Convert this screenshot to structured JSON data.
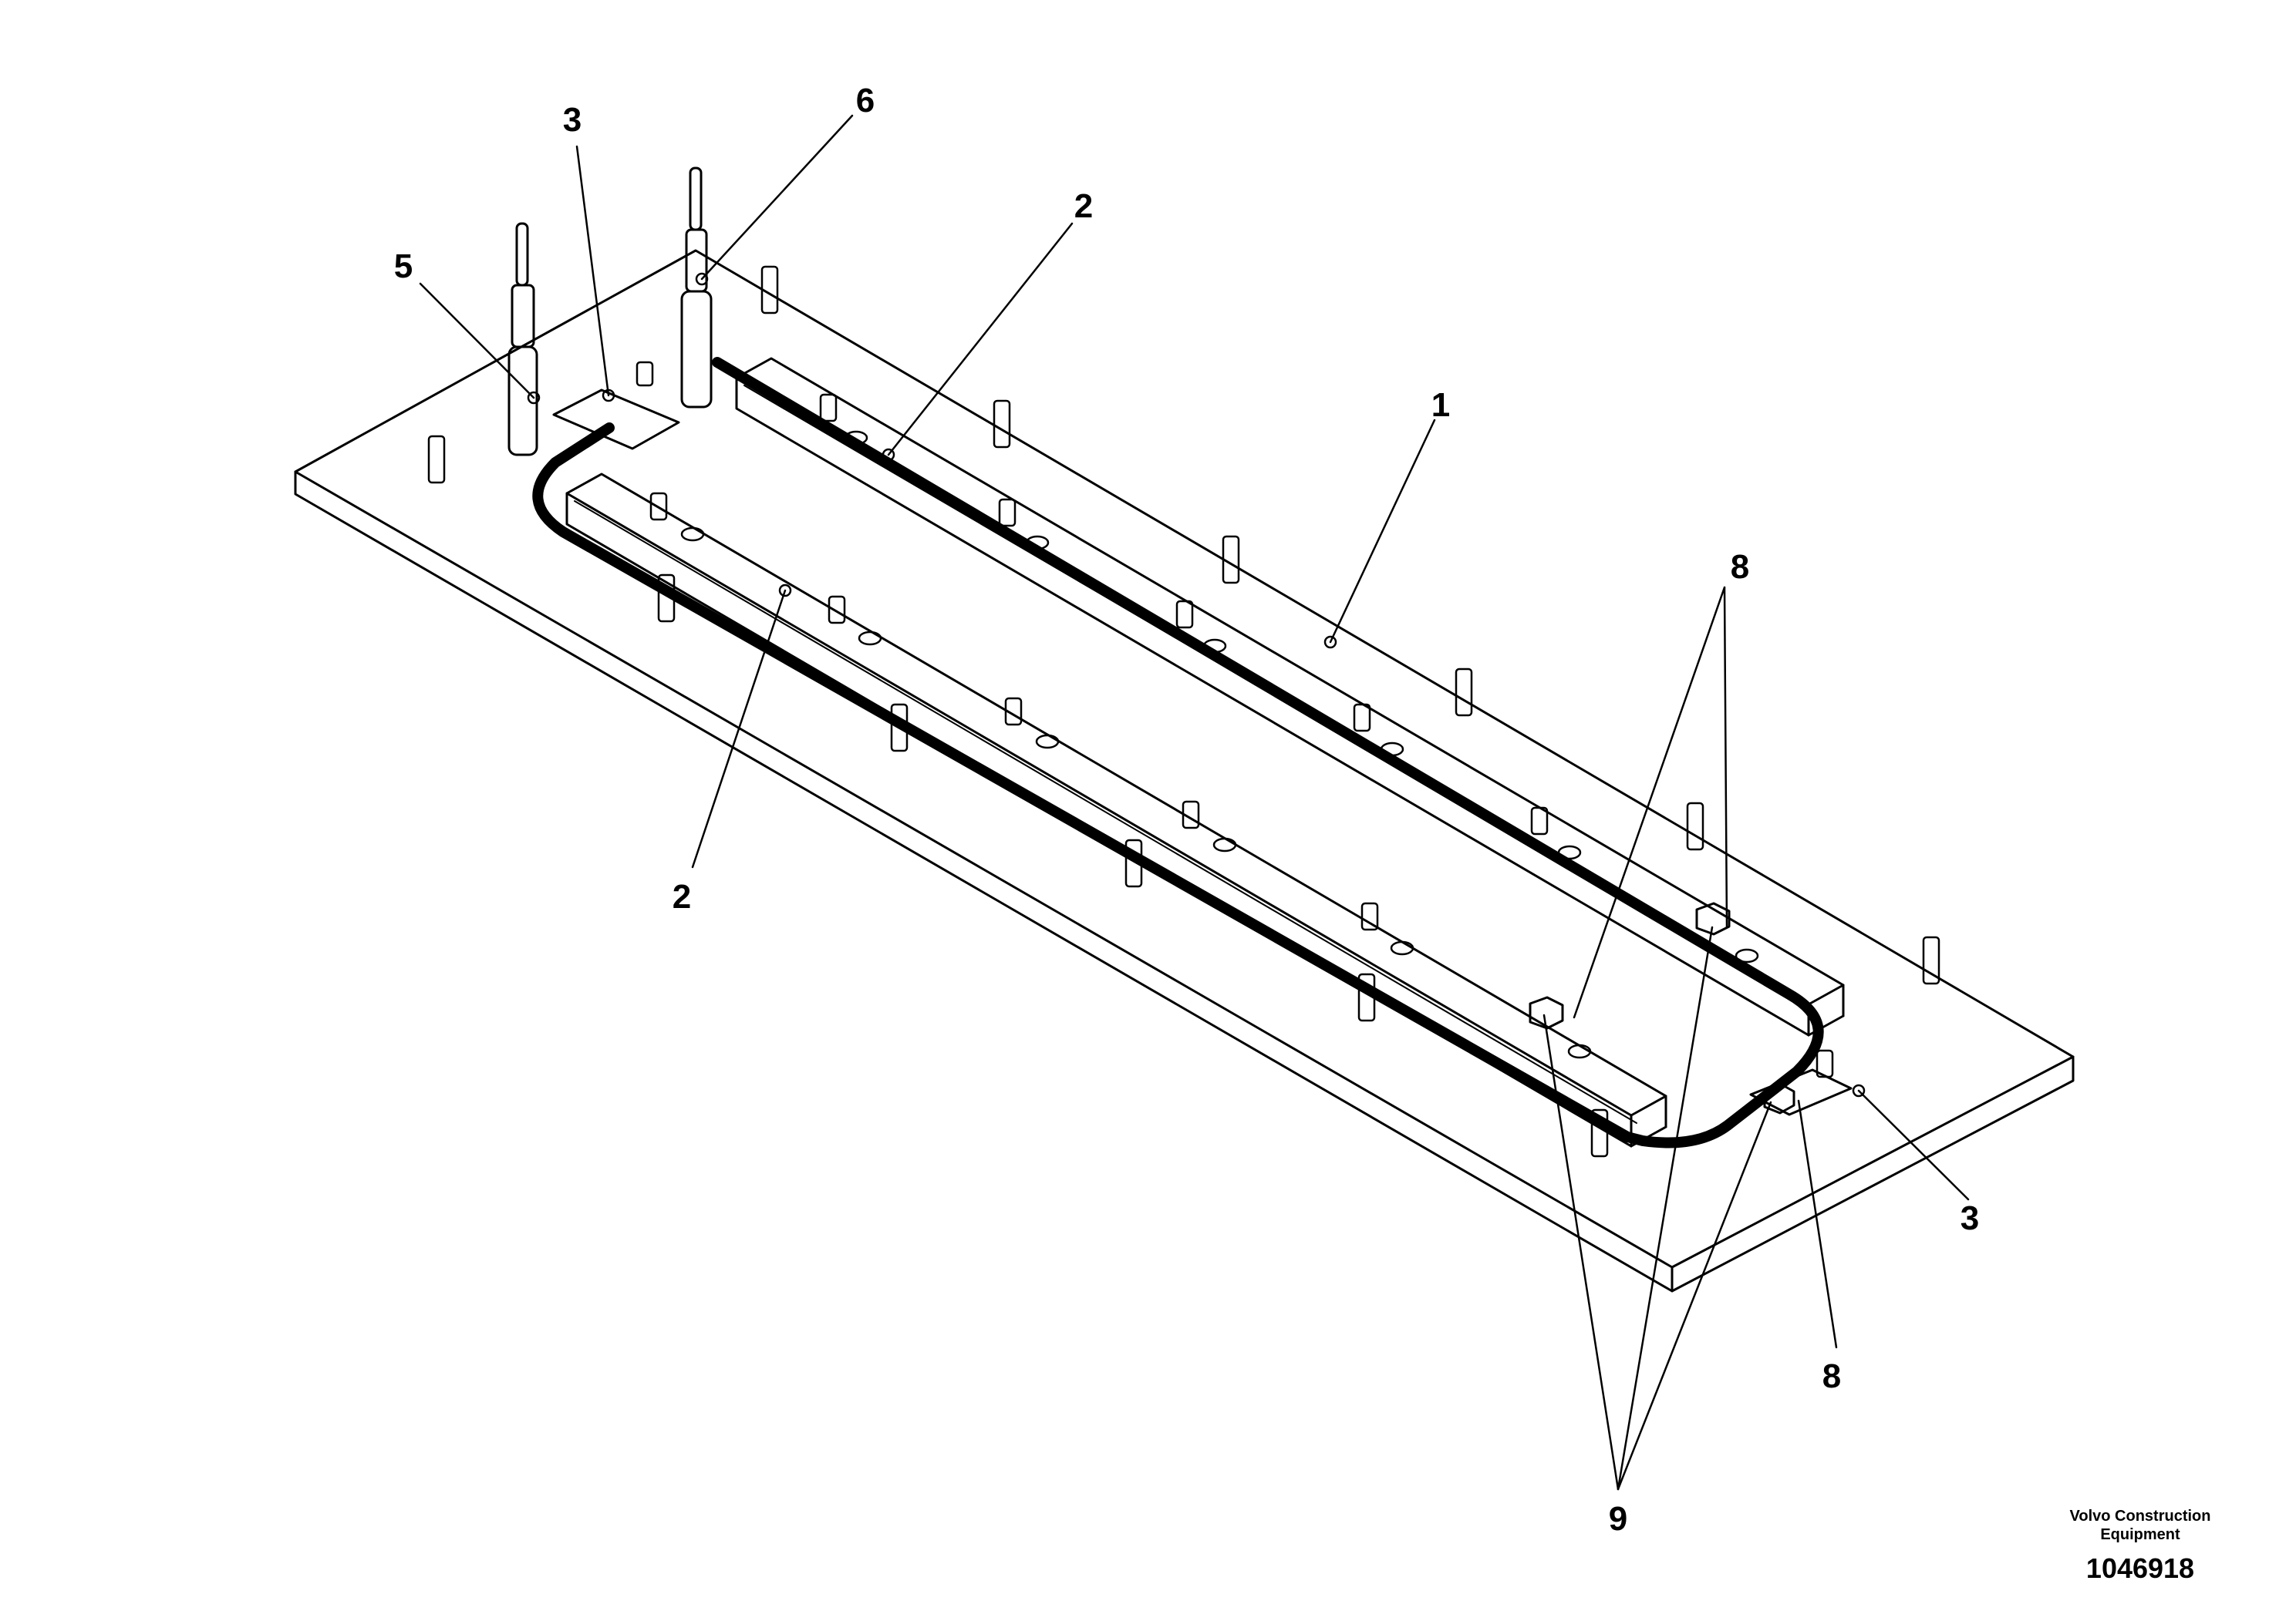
{
  "figure": {
    "company": "Volvo Construction Equipment",
    "drawing_number": "1046918"
  },
  "callouts": [
    {
      "label": "1"
    },
    {
      "label": "2"
    },
    {
      "label": "2"
    },
    {
      "label": "3"
    },
    {
      "label": "3"
    },
    {
      "label": "5"
    },
    {
      "label": "6"
    },
    {
      "label": "8"
    },
    {
      "label": "8"
    },
    {
      "label": "9"
    }
  ]
}
